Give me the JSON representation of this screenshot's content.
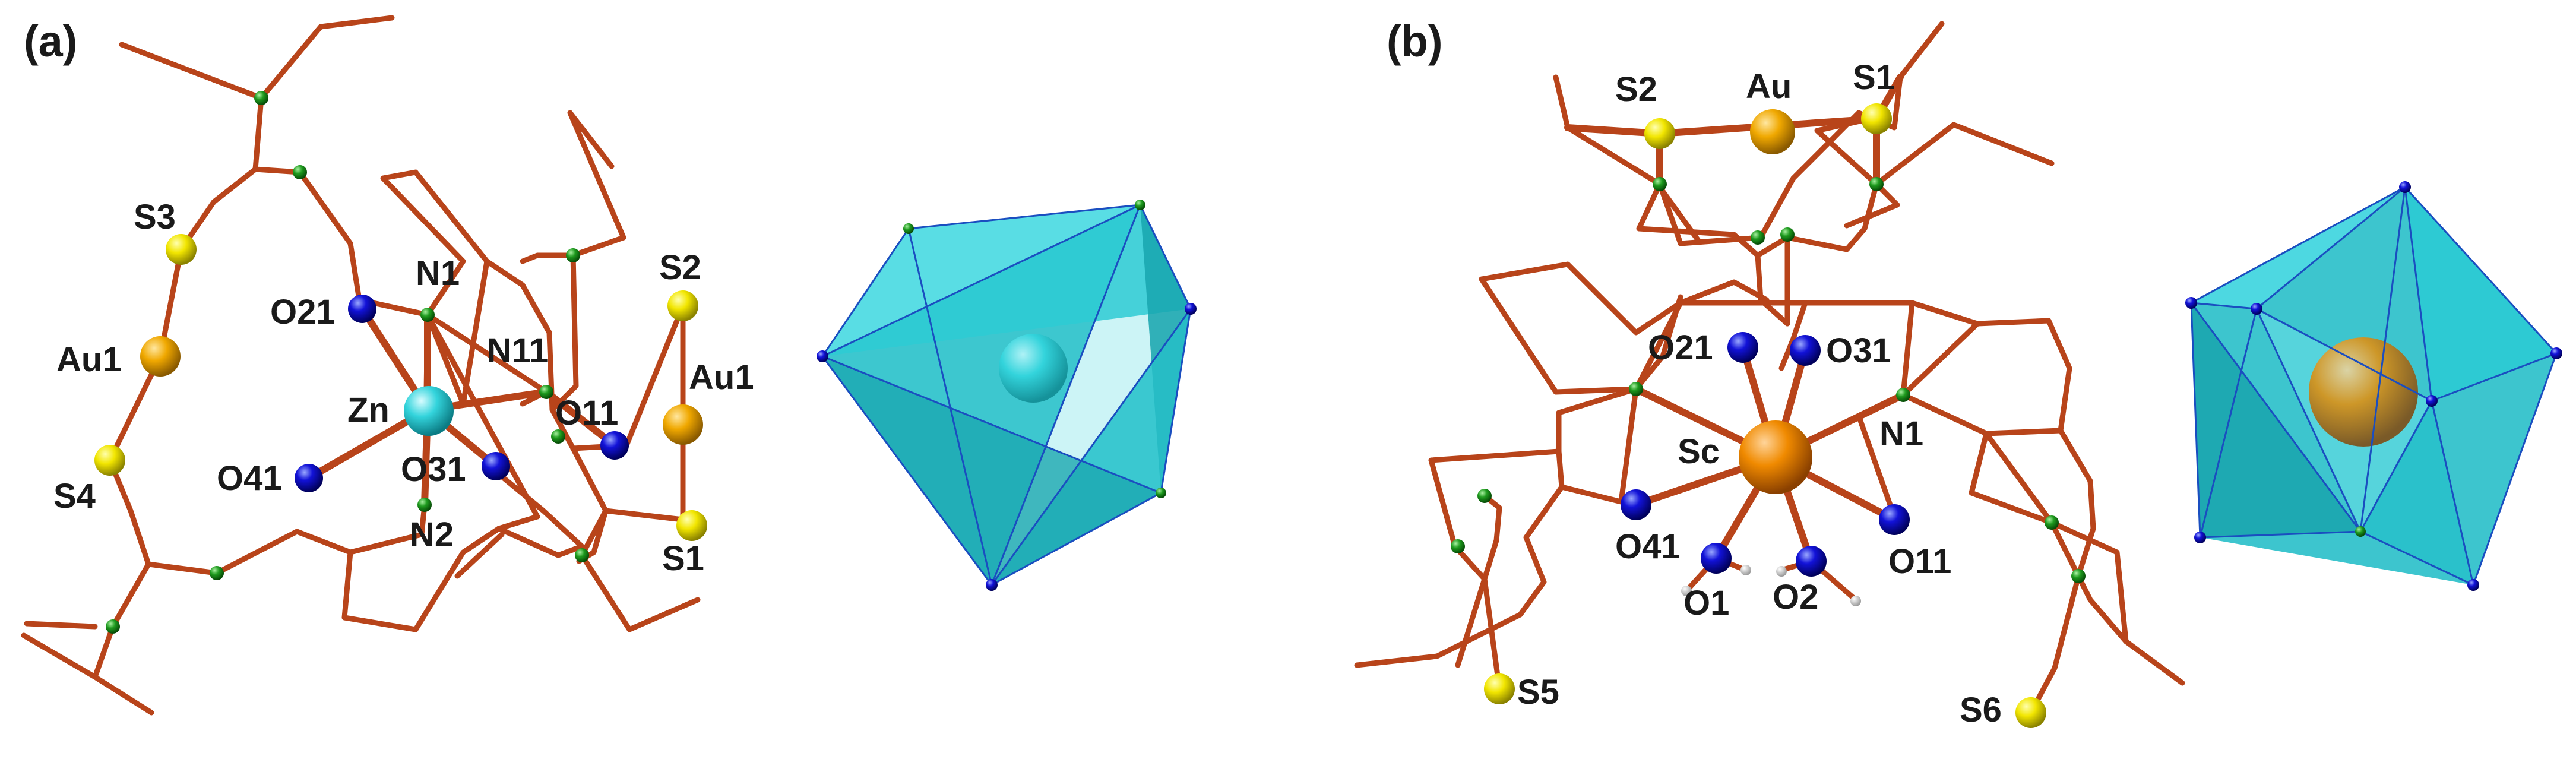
{
  "colors": {
    "bond": "#b8441a",
    "sulfur": "#f2e600",
    "gold": "#f0a800",
    "oxygen": "#1010d0",
    "carbon_node": "#1e9a1e",
    "zinc": "#33d4dc",
    "scandium": "#f08a00",
    "polyhedron": "#33d2dc",
    "polyhedron_edge": "#1a4ec0",
    "text": "#1a1a1a"
  },
  "panel_a": {
    "tag": "(a)",
    "labels": {
      "S3": "S3",
      "Au1_left": "Au1",
      "S4": "S4",
      "O21": "O21",
      "N1": "N1",
      "N11": "N11",
      "S2": "S2",
      "Au1_right": "Au1",
      "O11": "O11",
      "Zn": "Zn",
      "O41": "O41",
      "O31": "O31",
      "N2": "N2",
      "S1": "S1"
    }
  },
  "panel_b": {
    "tag": "(b)",
    "labels": {
      "S2": "S2",
      "Au": "Au",
      "S1": "S1",
      "O21": "O21",
      "O31": "O31",
      "Sc": "Sc",
      "N1": "N1",
      "O41": "O41",
      "O11": "O11",
      "O1": "O1",
      "O2": "O2",
      "S5": "S5",
      "S6": "S6"
    }
  }
}
